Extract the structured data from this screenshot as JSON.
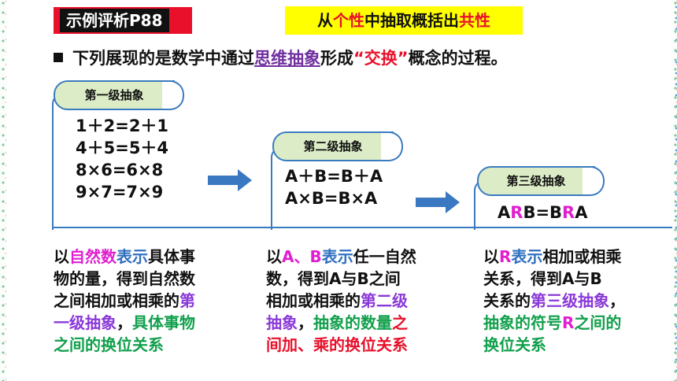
{
  "header": {
    "tag": "示例评析P88",
    "headline": {
      "pre": "从",
      "a": "个性",
      "mid": "中抽取概括出",
      "b": "共性",
      "post": ""
    }
  },
  "intro": {
    "pre": "下列展现的是数学中通过",
    "link": "思维抽象",
    "mid": "形成",
    "quote": "“交换”",
    "post": "概念的过程。"
  },
  "levels": [
    {
      "label": "第一级抽象",
      "equations": [
        "1＋2=2＋1",
        "4＋5=5＋4",
        "8×6=6×8",
        "9×7=7×9"
      ]
    },
    {
      "label": "第二级抽象",
      "equations": [
        "A＋B=B＋A",
        "A×B=B×A"
      ]
    },
    {
      "label": "第三级抽象",
      "equations": [
        "ARB=BRA"
      ]
    }
  ],
  "descriptions": {
    "first": {
      "l1a": "以",
      "l1b": "自然数",
      "l1c": "表示",
      "l1d": "具体事",
      "l2": "物的量，得到自然数",
      "l3a": "之间相加或相乘的",
      "l3b": "第",
      "l4a": "一级抽象",
      "l4b": "，",
      "l4c": "具体事物",
      "l5": "之间的换位关系"
    },
    "second": {
      "l1a": "以",
      "l1b": "A、B",
      "l1c": "表示",
      "l1d": "任一自然",
      "l2": "数，得到A与B之间",
      "l3a": "相加或相乘的",
      "l3b": "第二级",
      "l4a": "抽象",
      "l4b": "，",
      "l4c": "抽象的数量",
      "l4d": "之",
      "l5": "间加、乘的换位关系"
    },
    "third": {
      "l1a": "以",
      "l1b": "R",
      "l1c": "表示",
      "l1d": "相加或相乘",
      "l2": "关系，得到A与B",
      "l3a": "关系的",
      "l3b": "第三级抽象",
      "l3c": "，",
      "l4a": "抽象的符号",
      "l4b": "R",
      "l4c": "之间的",
      "l5": "换位关系"
    }
  },
  "colors": {
    "accent_red": "#e8102a",
    "highlight_yellow": "#ffff00",
    "blue": "#2f6fc0",
    "magenta": "#e020d0",
    "purple": "#8a38d8",
    "green": "#12a04c",
    "tab_fill": "#dcecc6"
  }
}
